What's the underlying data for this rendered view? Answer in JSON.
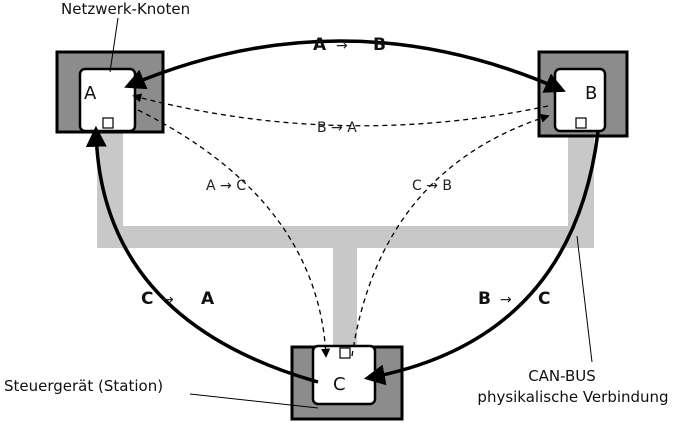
{
  "labels": {
    "network_node": "Netzwerk-Knoten",
    "control_unit": "Steuergerät (Station)",
    "bus_line1": "CAN-BUS",
    "bus_line2": "physikalische Verbindung"
  },
  "nodes": {
    "a": "A",
    "b": "B",
    "c": "C"
  },
  "solid_arrows": {
    "ab_from": "A",
    "ab_to": "B",
    "ca_from": "C",
    "ca_to": "A",
    "bc_from": "B",
    "bc_to": "C"
  },
  "dashed_arrows": {
    "ba": "B → A",
    "ac": "A → C",
    "cb": "C → B"
  },
  "arrow_glyph": "→",
  "colors": {
    "bus": "#c8c8c8",
    "node_fill": "#8c8c8c",
    "node_inner": "#ffffff",
    "line": "#000000"
  }
}
